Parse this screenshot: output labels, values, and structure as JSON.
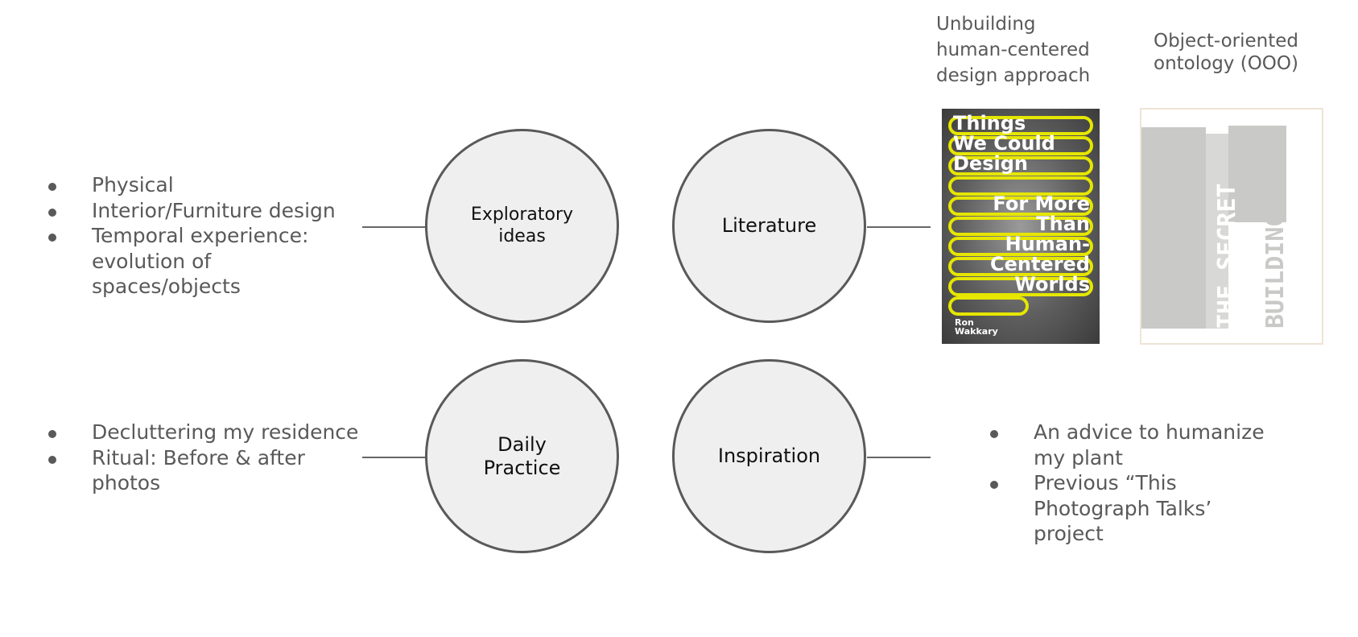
{
  "nodes": {
    "exploratory": "Exploratory ideas",
    "literature": "Literature",
    "daily": "Daily Practice",
    "inspiration": "Inspiration"
  },
  "exploratory_points": [
    "Physical",
    "Interior/Furniture design",
    "Temporal experience: evolution of spaces/objects"
  ],
  "daily_points": [
    "Decluttering my residence",
    "Ritual: Before & after photos"
  ],
  "inspiration_points": [
    "An advice to humanize my plant",
    "Previous “This Photograph Talks’ project"
  ],
  "literature_refs": {
    "book1_caption": "Unbuilding human-centered design approach",
    "book2_caption": "Object-oriented ontology (OOO)",
    "book1_cover": {
      "title_lines": [
        "Things",
        "We Could",
        "Design",
        "For More",
        "Than",
        "Human-",
        "Centered",
        "Worlds"
      ],
      "author_lines": [
        "Ron",
        "Wakkary"
      ]
    },
    "book2_cover": {
      "title_lines": [
        "THE SECRET",
        "LIFE OF",
        "BUILDINGS"
      ]
    }
  },
  "colors": {
    "circle_fill": "#efefef",
    "circle_stroke": "#595959",
    "text_gray": "#595959",
    "cover_yellow": "#e6e600",
    "cover2_gray": "#c9c9c7"
  }
}
